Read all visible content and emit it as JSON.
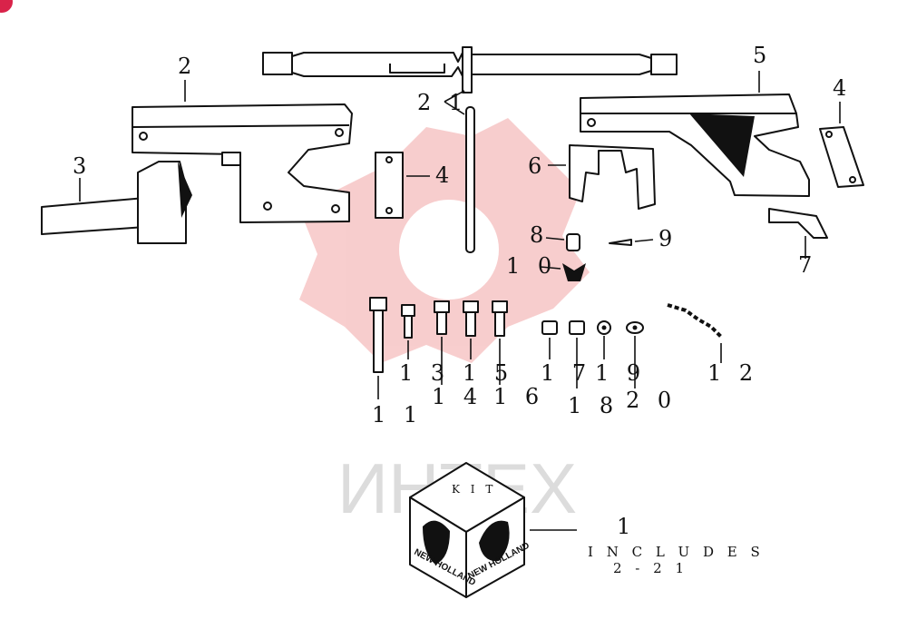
{
  "watermark": {
    "text": "ИНТЕХ",
    "gear_color": "#f2a6a6"
  },
  "corner_badge_color": "#d9234a",
  "callouts": {
    "c1": "1",
    "c2": "2",
    "c3": "3",
    "c4a": "4",
    "c4b": "4",
    "c5": "5",
    "c6": "6",
    "c7": "7",
    "c8": "8",
    "c9": "9",
    "c10": "1 0",
    "c11": "1 1",
    "c12": "1 2",
    "c13": "1 3",
    "c14": "1 4",
    "c15": "1 5",
    "c16": "1 6",
    "c17": "1 7",
    "c18": "1 8",
    "c19": "1 9",
    "c20": "2 0",
    "c21": "2 1"
  },
  "kit": {
    "label": "K I T",
    "brand_left": "NEW HOLLAND",
    "brand_right": "NEW HOLLAND"
  },
  "note": {
    "line1": "I N C L U D E S",
    "line2": "2 - 2 1"
  }
}
